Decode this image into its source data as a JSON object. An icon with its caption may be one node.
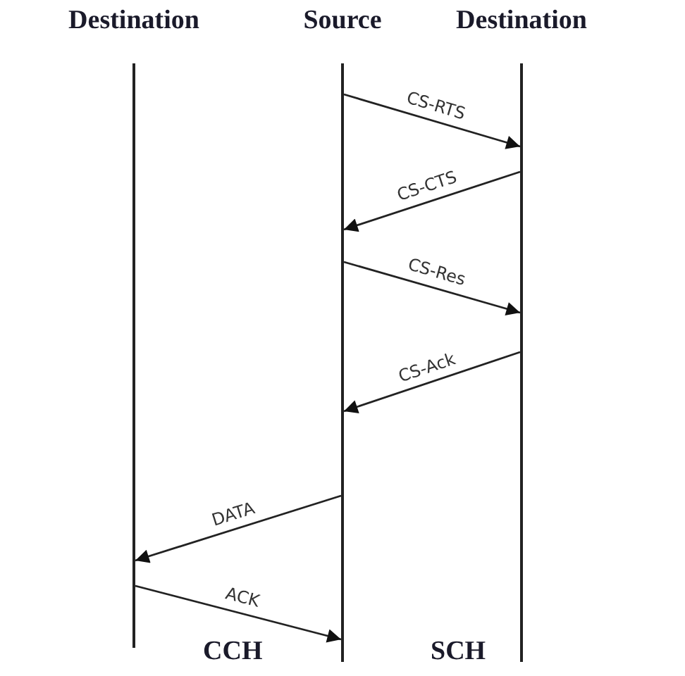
{
  "diagram": {
    "nodes": [
      {
        "text": [
          "Destination"
        ]
      },
      {
        "text": [
          "Source"
        ]
      },
      {
        "text": [
          "Destination"
        ]
      }
    ],
    "edges": [
      {
        "from": 1,
        "to": 2,
        "arrow": "to",
        "label": "CS-RTS"
      },
      {
        "from": 2,
        "to": 1,
        "arrow": "to",
        "label": "CS-CTS"
      },
      {
        "from": 1,
        "to": 2,
        "arrow": "to",
        "label": "CS-Res"
      },
      {
        "from": 2,
        "to": 1,
        "arrow": "to",
        "label": "CS-Ack"
      },
      {
        "from": 1,
        "to": 0,
        "arrow": "to",
        "label": "DATA"
      },
      {
        "from": 0,
        "to": 1,
        "arrow": "to",
        "label": "ACK"
      }
    ],
    "labels": [
      "CCH",
      "SCH"
    ]
  }
}
